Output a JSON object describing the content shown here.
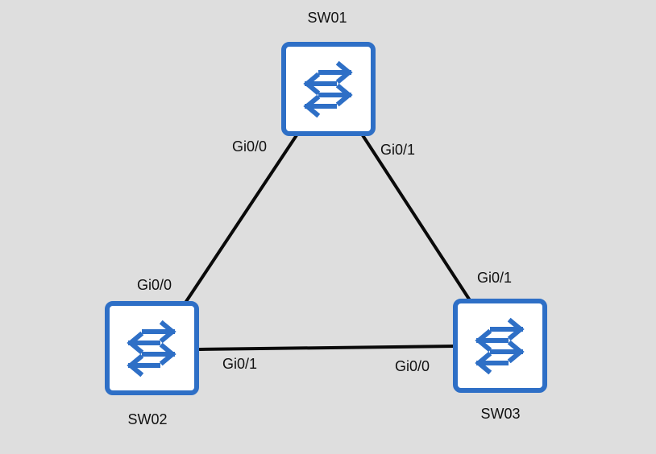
{
  "devices": {
    "sw01": {
      "name": "SW01",
      "icon": "switch-icon"
    },
    "sw02": {
      "name": "SW02",
      "icon": "switch-icon"
    },
    "sw03": {
      "name": "SW03",
      "icon": "switch-icon"
    }
  },
  "links": {
    "sw01_sw02": {
      "sw01_port": "Gi0/0",
      "sw02_port": "Gi0/0"
    },
    "sw01_sw03": {
      "sw01_port": "Gi0/1",
      "sw03_port": "Gi0/1"
    },
    "sw02_sw03": {
      "sw02_port": "Gi0/1",
      "sw03_port": "Gi0/0"
    }
  },
  "colors": {
    "background": "#dedede",
    "switch_accent": "#2e6fc6",
    "link": "#0a0a0a"
  }
}
